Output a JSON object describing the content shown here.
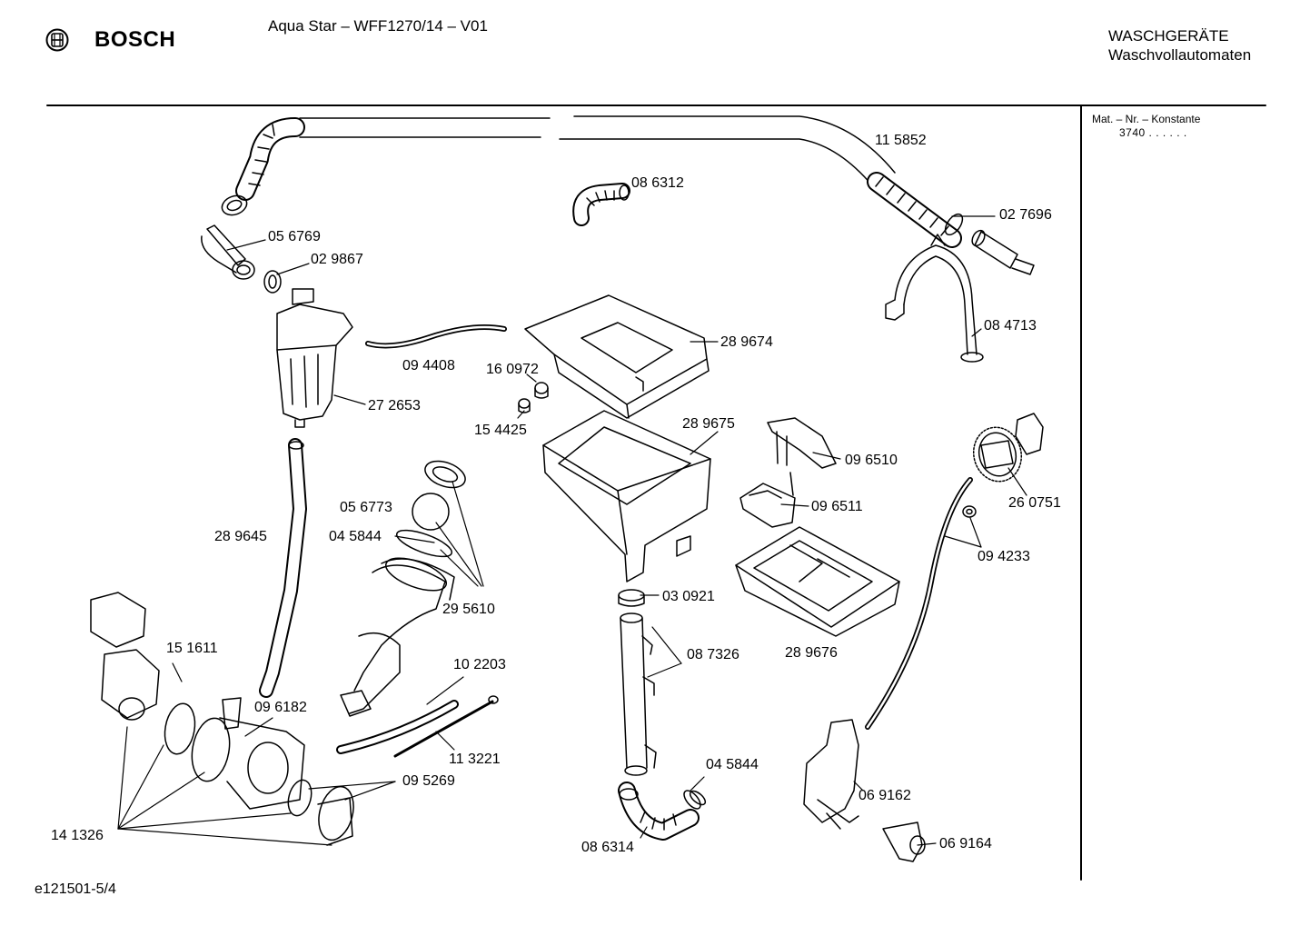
{
  "header": {
    "brand": "BOSCH",
    "title": "Aqua Star – WFF1270/14 – V01",
    "category": "WASCHGERÄTE",
    "subcategory": "Waschvollautomaten"
  },
  "sidebar": {
    "mat_label": "Mat. – Nr. – Konstante",
    "mat_value": "3740  .  .   .  .  .  ."
  },
  "footer": {
    "drawing_id": "e121501-5/4"
  },
  "parts": [
    {
      "id": "p115852",
      "label": "11 5852"
    },
    {
      "id": "p086312",
      "label": "08 6312"
    },
    {
      "id": "p027696",
      "label": "02 7696"
    },
    {
      "id": "p056769",
      "label": "05 6769"
    },
    {
      "id": "p029867",
      "label": "02 9867"
    },
    {
      "id": "p084713",
      "label": "08 4713"
    },
    {
      "id": "p289674",
      "label": "28 9674"
    },
    {
      "id": "p094408",
      "label": "09 4408"
    },
    {
      "id": "p160972",
      "label": "16 0972"
    },
    {
      "id": "p272653",
      "label": "27 2653"
    },
    {
      "id": "p154425",
      "label": "15 4425"
    },
    {
      "id": "p289675",
      "label": "28 9675"
    },
    {
      "id": "p096510",
      "label": "09 6510"
    },
    {
      "id": "p260751",
      "label": "26 0751"
    },
    {
      "id": "p056773",
      "label": "05 6773"
    },
    {
      "id": "p096511",
      "label": "09 6511"
    },
    {
      "id": "p045844a",
      "label": "04 5844"
    },
    {
      "id": "p289645",
      "label": "28 9645"
    },
    {
      "id": "p094233",
      "label": "09 4233"
    },
    {
      "id": "p295610",
      "label": "29 5610"
    },
    {
      "id": "p030921",
      "label": "03 0921"
    },
    {
      "id": "p289676",
      "label": "28 9676"
    },
    {
      "id": "p087326",
      "label": "08 7326"
    },
    {
      "id": "p151611",
      "label": "15 1611"
    },
    {
      "id": "p102203",
      "label": "10 2203"
    },
    {
      "id": "p096182",
      "label": "09 6182"
    },
    {
      "id": "p113221",
      "label": "11 3221"
    },
    {
      "id": "p045844b",
      "label": "04 5844"
    },
    {
      "id": "p095269",
      "label": "09 5269"
    },
    {
      "id": "p069162",
      "label": "06 9162"
    },
    {
      "id": "p141326",
      "label": "14 1326"
    },
    {
      "id": "p086314",
      "label": "08 6314"
    },
    {
      "id": "p069164",
      "label": "06 9164"
    }
  ]
}
